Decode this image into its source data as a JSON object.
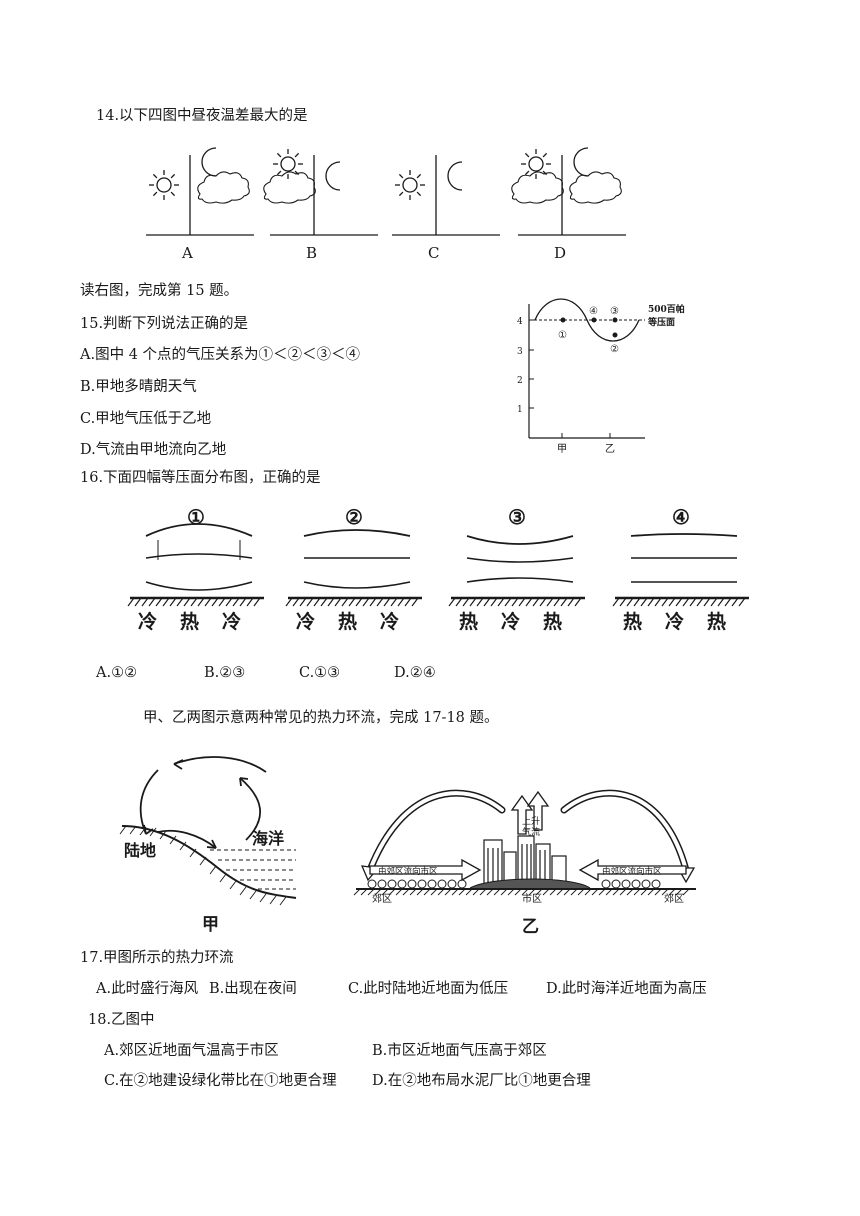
{
  "q14": {
    "stem": "14.以下四图中昼夜温差最大的是",
    "panels": [
      {
        "label": "A",
        "day_cloud": false,
        "night_cloud": true
      },
      {
        "label": "B",
        "day_cloud": true,
        "night_cloud": false
      },
      {
        "label": "C",
        "day_cloud": false,
        "night_cloud": false
      },
      {
        "label": "D",
        "day_cloud": true,
        "night_cloud": true
      }
    ]
  },
  "intro15": "读右图，完成第 15 题。",
  "q15": {
    "stem": "15.判断下列说法正确的是",
    "options": [
      "A.图中 4 个点的气压关系为①＜②＜③＜④",
      "B.甲地多晴朗天气",
      "C.甲地气压低于乙地",
      "D.气流由甲地流向乙地"
    ],
    "figure": {
      "yticks": [
        "4",
        "3",
        "2",
        "1"
      ],
      "xlabels": [
        "甲",
        "乙"
      ],
      "points": [
        "①",
        "②",
        "③",
        "④"
      ],
      "surface_label_line1": "500百帕",
      "surface_label_line2": "等压面"
    }
  },
  "q16": {
    "stem": "16.下面四幅等压面分布图，正确的是",
    "panels": [
      {
        "num": "①",
        "ground": [
          "冷",
          "热",
          "冷"
        ]
      },
      {
        "num": "②",
        "ground": [
          "冷",
          "热",
          "冷"
        ]
      },
      {
        "num": "③",
        "ground": [
          "热",
          "冷",
          "热"
        ]
      },
      {
        "num": "④",
        "ground": [
          "热",
          "冷",
          "热"
        ]
      }
    ],
    "options": [
      "A.①②",
      "B.②③",
      "C.①③",
      "D.②④"
    ]
  },
  "intro17": "甲、乙两图示意两种常见的热力环流，完成 17-18 题。",
  "fig_jia": {
    "land": "陆地",
    "sea": "海洋",
    "caption": "甲"
  },
  "fig_yi": {
    "rise_line1": "上升",
    "rise_line2": "气流",
    "left_flow": "由郊区流向市区",
    "right_flow": "由郊区流向市区",
    "suburb_left": "郊区",
    "city": "市区",
    "suburb_right": "郊区",
    "caption": "乙"
  },
  "q17": {
    "stem": "17.甲图所示的热力环流",
    "options": [
      "A.此时盛行海风",
      "B.出现在夜间",
      "C.此时陆地近地面为低压",
      "D.此时海洋近地面为高压"
    ]
  },
  "q18": {
    "stem": "18.乙图中",
    "options": [
      "A.郊区近地面气温高于市区",
      "B.市区近地面气压高于郊区",
      "C.在②地建设绿化带比在①地更合理",
      "D.在②地布局水泥厂比①地更合理"
    ]
  }
}
